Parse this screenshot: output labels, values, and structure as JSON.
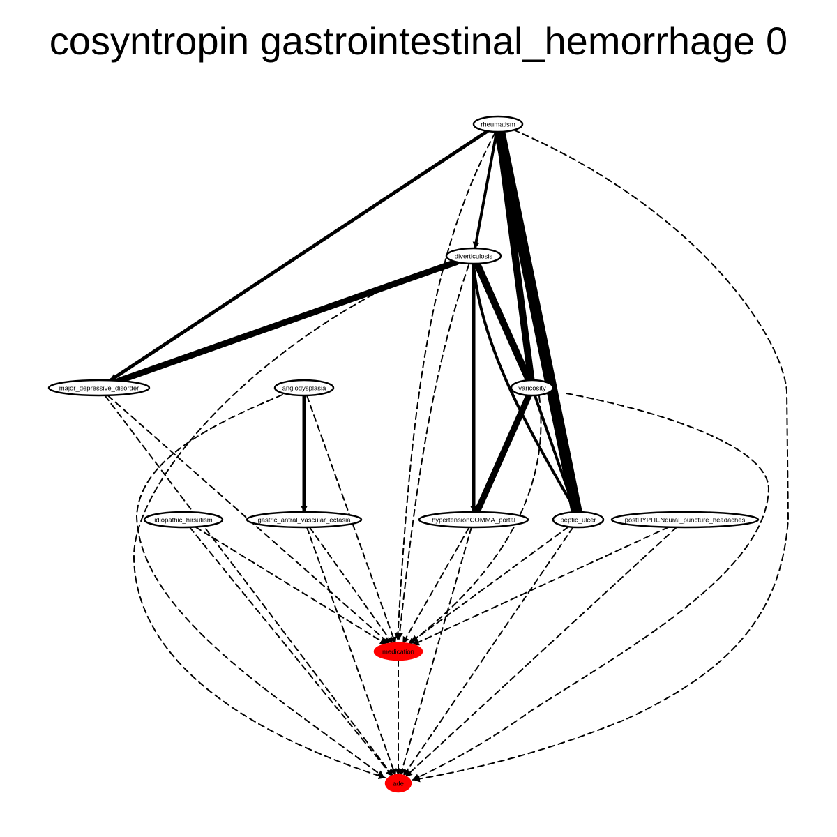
{
  "title": "cosyntropin gastrointestinal_hemorrhage 0",
  "colors": {
    "highlight_node": "#ff0000",
    "node_fill": "#ffffff",
    "edge": "#000000"
  },
  "nodes": {
    "rheumatism": {
      "label": "rheumatism",
      "highlight": false
    },
    "diverticulosis": {
      "label": "diverticulosis",
      "highlight": false
    },
    "major_depressive_disorder": {
      "label": "major_depressive_disorder",
      "highlight": false
    },
    "angiodysplasia": {
      "label": "angiodysplasia",
      "highlight": false
    },
    "varicosity": {
      "label": "varicosity",
      "highlight": false
    },
    "idiopathic_hirsutism": {
      "label": "idiopathic_hirsutism",
      "highlight": false
    },
    "gastric_antral_vascular_ectasia": {
      "label": "gastric_antral_vascular_ectasia",
      "highlight": false
    },
    "hypertensionCOMMA_portal": {
      "label": "hypertensionCOMMA_portal",
      "highlight": false
    },
    "peptic_ulcer": {
      "label": "peptic_ulcer",
      "highlight": false
    },
    "postHYPHENdural_puncture_headaches": {
      "label": "postHYPHENdural_puncture_headaches",
      "highlight": false
    },
    "medication": {
      "label": "medication",
      "highlight": true
    },
    "ade": {
      "label": "ade",
      "highlight": true
    }
  },
  "edges": [
    {
      "from": "rheumatism",
      "to": "major_depressive_disorder",
      "style": "solid",
      "weight": 5
    },
    {
      "from": "rheumatism",
      "to": "diverticulosis",
      "style": "solid",
      "weight": 4
    },
    {
      "from": "rheumatism",
      "to": "varicosity",
      "style": "solid",
      "weight": 10
    },
    {
      "from": "rheumatism",
      "to": "peptic_ulcer",
      "style": "solid",
      "weight": 16
    },
    {
      "from": "rheumatism",
      "to": "medication",
      "style": "dashed",
      "weight": 2
    },
    {
      "from": "rheumatism",
      "to": "ade",
      "style": "dashed",
      "weight": 2
    },
    {
      "from": "diverticulosis",
      "to": "major_depressive_disorder",
      "style": "solid",
      "weight": 9
    },
    {
      "from": "diverticulosis",
      "to": "varicosity",
      "style": "solid",
      "weight": 10
    },
    {
      "from": "diverticulosis",
      "to": "hypertensionCOMMA_portal",
      "style": "solid",
      "weight": 5
    },
    {
      "from": "diverticulosis",
      "to": "peptic_ulcer",
      "style": "solid",
      "weight": 4
    },
    {
      "from": "diverticulosis",
      "to": "medication",
      "style": "dashed",
      "weight": 2
    },
    {
      "from": "diverticulosis",
      "to": "ade",
      "style": "dashed",
      "weight": 2
    },
    {
      "from": "varicosity",
      "to": "hypertensionCOMMA_portal",
      "style": "solid",
      "weight": 9
    },
    {
      "from": "varicosity",
      "to": "peptic_ulcer",
      "style": "solid",
      "weight": 4
    },
    {
      "from": "varicosity",
      "to": "medication",
      "style": "dashed",
      "weight": 2
    },
    {
      "from": "varicosity",
      "to": "ade",
      "style": "dashed",
      "weight": 2
    },
    {
      "from": "angiodysplasia",
      "to": "gastric_antral_vascular_ectasia",
      "style": "solid",
      "weight": 5
    },
    {
      "from": "angiodysplasia",
      "to": "medication",
      "style": "dashed",
      "weight": 2
    },
    {
      "from": "angiodysplasia",
      "to": "ade",
      "style": "dashed",
      "weight": 2
    },
    {
      "from": "major_depressive_disorder",
      "to": "medication",
      "style": "dashed",
      "weight": 2
    },
    {
      "from": "major_depressive_disorder",
      "to": "ade",
      "style": "dashed",
      "weight": 2
    },
    {
      "from": "idiopathic_hirsutism",
      "to": "medication",
      "style": "dashed",
      "weight": 2
    },
    {
      "from": "idiopathic_hirsutism",
      "to": "ade",
      "style": "dashed",
      "weight": 2
    },
    {
      "from": "gastric_antral_vascular_ectasia",
      "to": "medication",
      "style": "dashed",
      "weight": 2
    },
    {
      "from": "gastric_antral_vascular_ectasia",
      "to": "ade",
      "style": "dashed",
      "weight": 2
    },
    {
      "from": "hypertensionCOMMA_portal",
      "to": "medication",
      "style": "dashed",
      "weight": 2
    },
    {
      "from": "hypertensionCOMMA_portal",
      "to": "ade",
      "style": "dashed",
      "weight": 2
    },
    {
      "from": "peptic_ulcer",
      "to": "medication",
      "style": "dashed",
      "weight": 2
    },
    {
      "from": "peptic_ulcer",
      "to": "ade",
      "style": "dashed",
      "weight": 2
    },
    {
      "from": "postHYPHENdural_puncture_headaches",
      "to": "medication",
      "style": "dashed",
      "weight": 2
    },
    {
      "from": "postHYPHENdural_puncture_headaches",
      "to": "ade",
      "style": "dashed",
      "weight": 2
    },
    {
      "from": "medication",
      "to": "ade",
      "style": "dashed",
      "weight": 2
    }
  ]
}
